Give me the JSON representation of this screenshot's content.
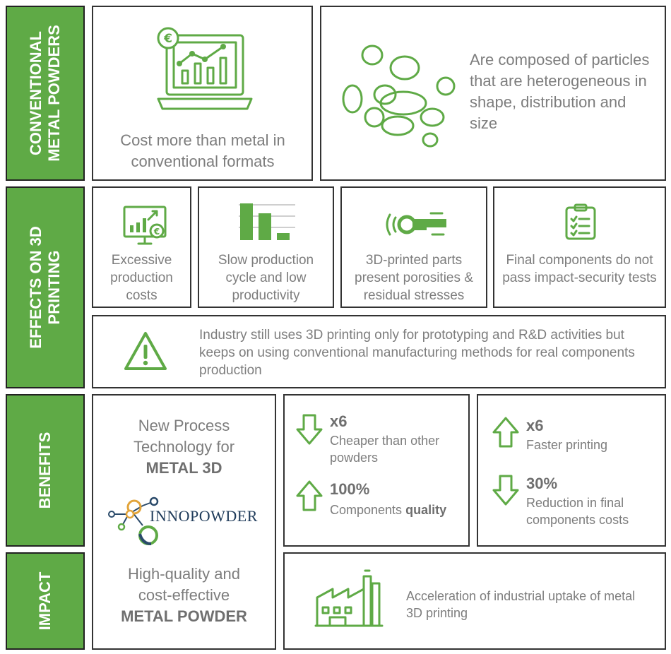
{
  "sections": {
    "conventional": "CONVENTIONAL\nMETAL POWDERS",
    "effects": "EFFECTS ON 3D\nPRINTING",
    "benefits": "BENEFITS",
    "impact": "IMPACT"
  },
  "conventional": {
    "cost_text": "Cost more than metal in conventional formats",
    "particles_text": "Are composed of particles that are heterogeneous in shape, distribution and size"
  },
  "effects": {
    "items": [
      "Excessive production costs",
      "Slow production cycle and low productivity",
      "3D-printed parts present porosities & residual stresses",
      "Final components do not pass impact-security tests"
    ],
    "warning": "Industry still uses 3D printing only for prototyping and R&D activities but keeps on using conventional manufacturing methods for real components production"
  },
  "benefits": {
    "process_line1": "New Process",
    "process_line2": "Technology for",
    "process_bold": "METAL 3D",
    "logo": "INNOPOWDER",
    "powder_line1": "High-quality and",
    "powder_line2": "cost-effective",
    "powder_bold": "METAL POWDER",
    "cheaper_value": "x6",
    "cheaper_text": "Cheaper than other powders",
    "quality_value": "100%",
    "quality_text": "Components",
    "quality_bold": "quality",
    "faster_value": "x6",
    "faster_text": "Faster printing",
    "reduction_value": "30%",
    "reduction_text": "Reduction in final components costs"
  },
  "impact": {
    "text": "Acceleration of industrial uptake of metal 3D printing"
  },
  "colors": {
    "accent": "#5faa46",
    "text": "#7d7d7d",
    "logo_text": "#1f3b5a"
  }
}
